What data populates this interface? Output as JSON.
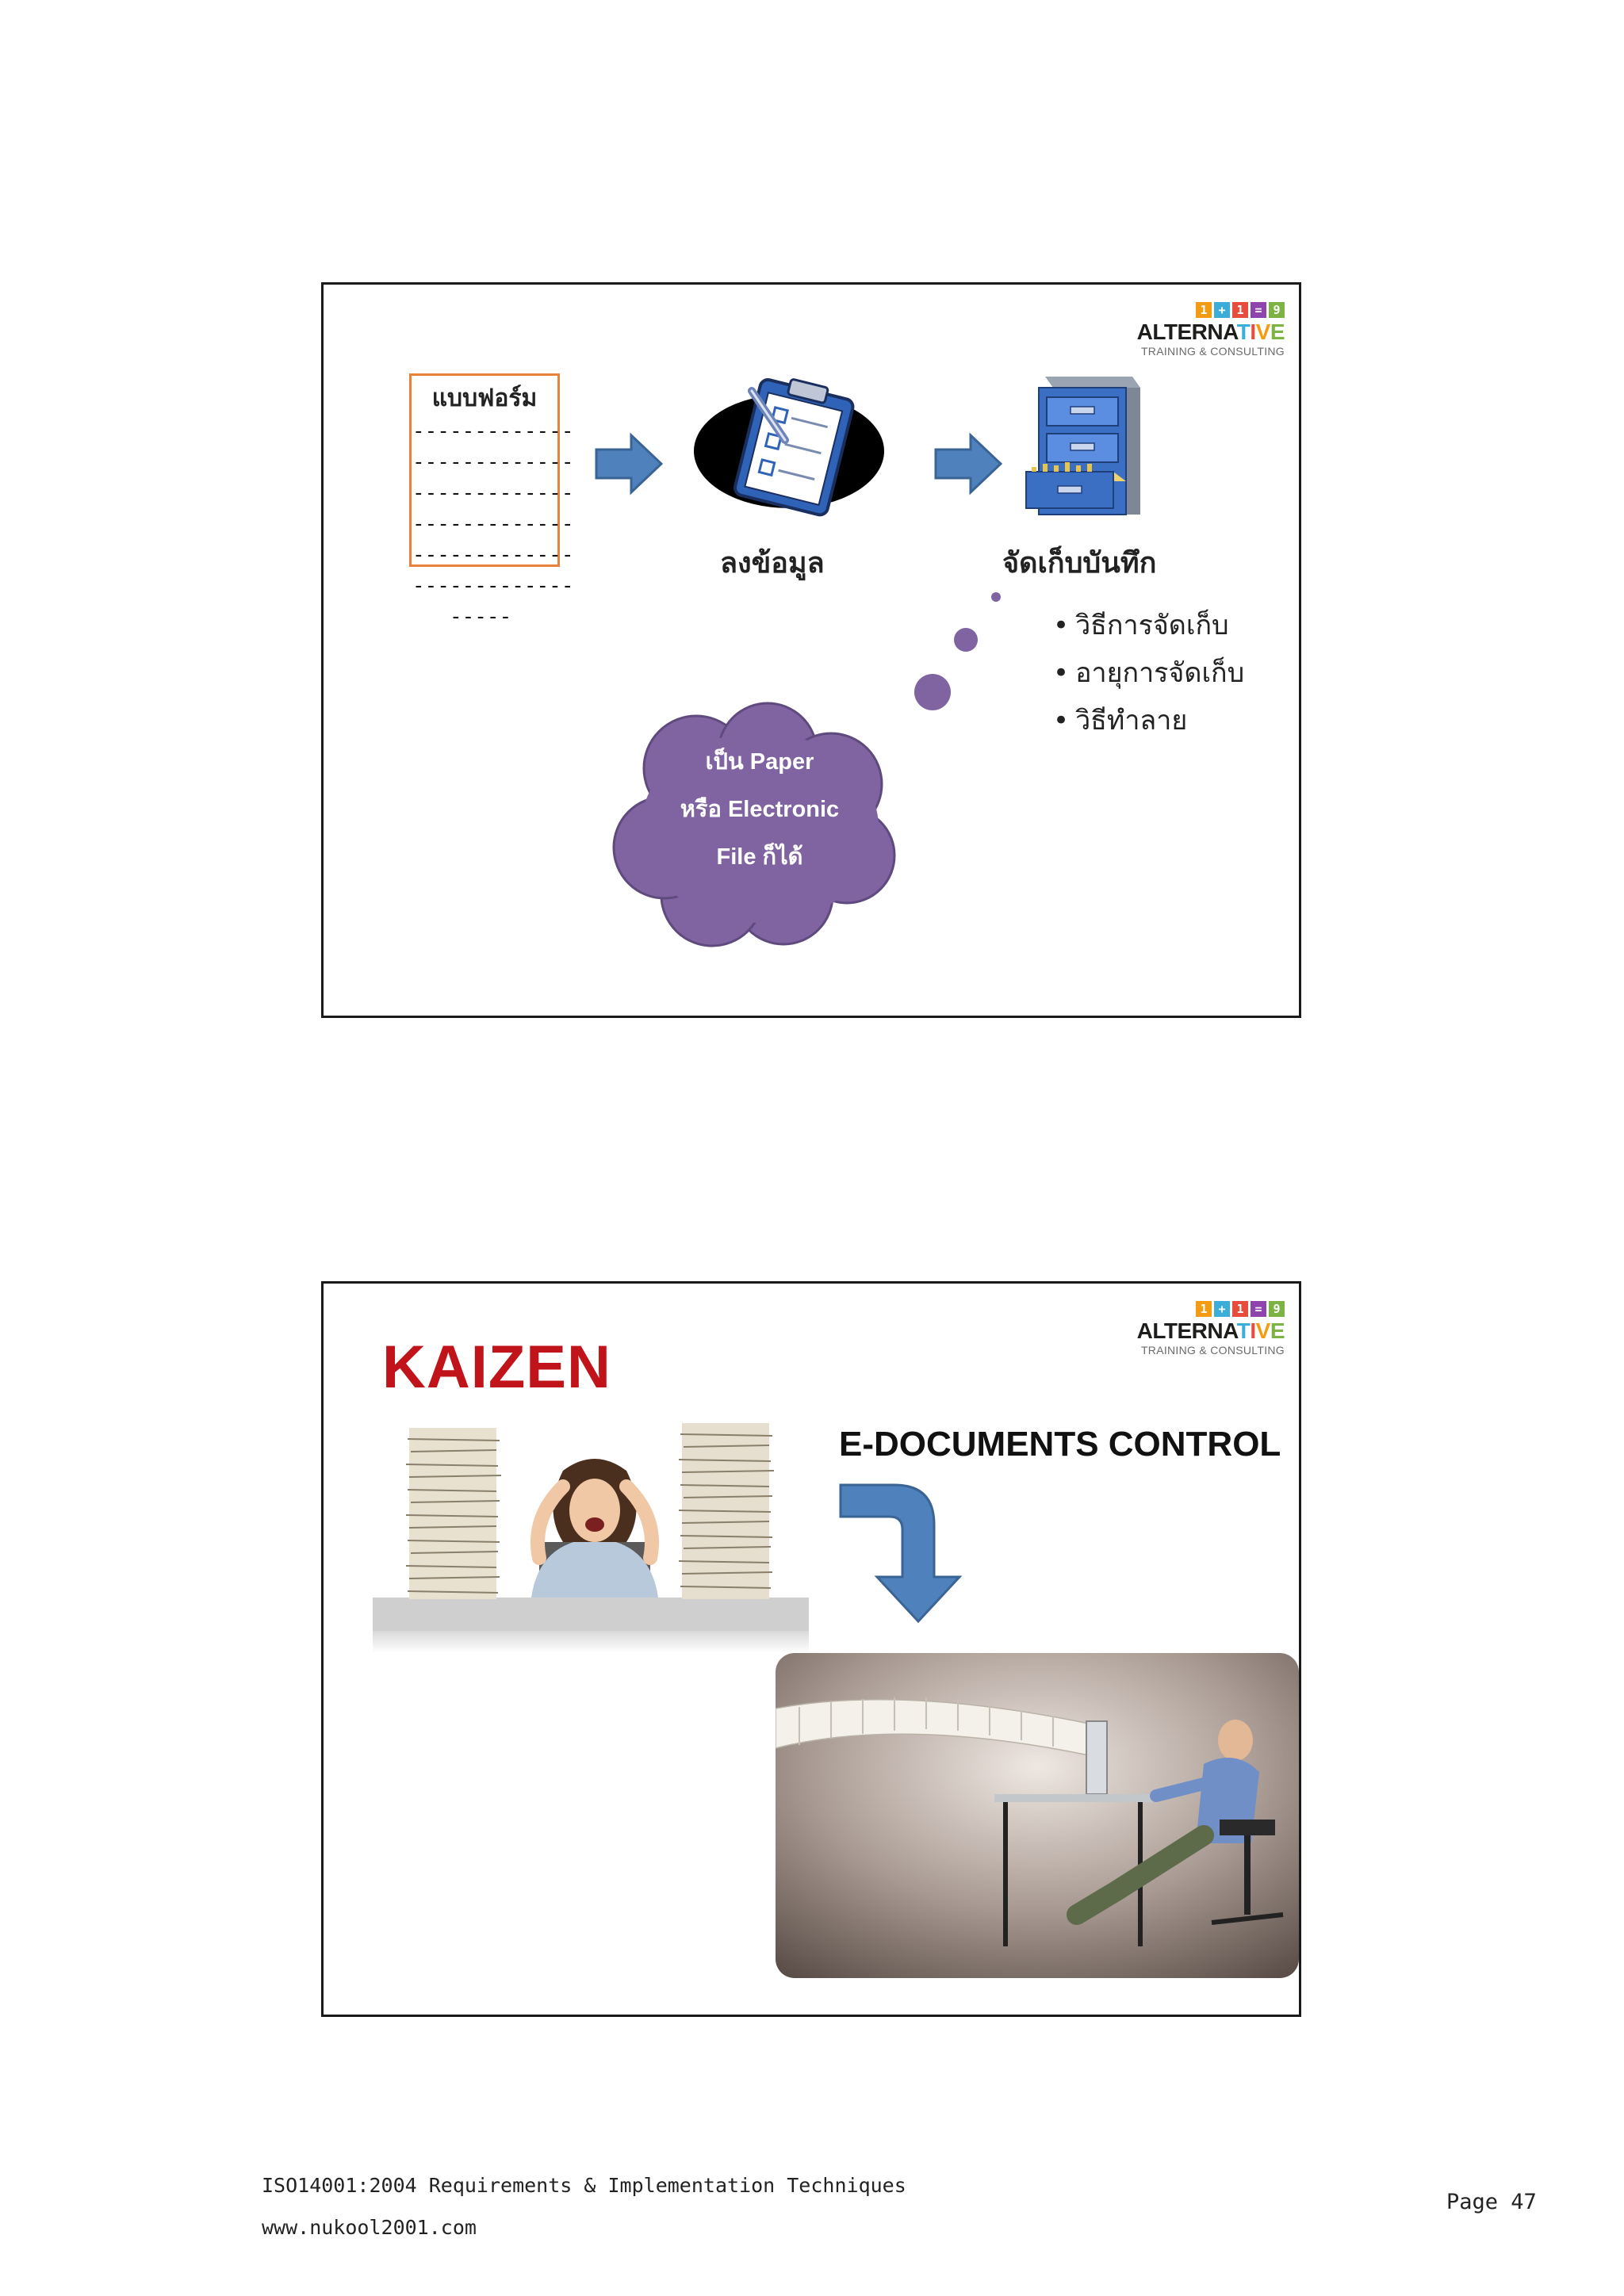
{
  "logo": {
    "boxes": [
      "1",
      "+",
      "1",
      "=",
      "9"
    ],
    "box_colors": [
      "#f39c12",
      "#3aaed8",
      "#e74c3c",
      "#8e44ad",
      "#7cb342"
    ],
    "word_dark": "ALTERNA",
    "word_colored": [
      "T",
      "I",
      "V",
      "E"
    ],
    "word_colors": [
      "#3aaed8",
      "#e74c3c",
      "#f39c12",
      "#7cb342"
    ],
    "subtitle": "TRAINING & CONSULTING"
  },
  "slide1": {
    "form": {
      "title": "แบบฟอร์ม",
      "lines": "-------------\n-------------\n-------------\n-------------\n-------------\n-------------\n   -----"
    },
    "step2_label": "ลงข้อมูล",
    "step3_label": "จัดเก็บบันทึก",
    "bullets": [
      "วิธีการจัดเก็บ",
      "อายุการจัดเก็บ",
      "วิธีทำลาย"
    ],
    "cloud": {
      "line1": "เป็น Paper",
      "line2": "หรือ Electronic",
      "line3": "File ก็ได้",
      "color": "#8064a2"
    },
    "arrow_color": "#4f81bd"
  },
  "slide2": {
    "title": "KAIZEN",
    "subtitle": "E-DOCUMENTS CONTROL",
    "title_color": "#c0141a"
  },
  "footer": {
    "line1": "ISO14001:2004 Requirements & Implementation Techniques",
    "line2": "www.nukool2001.com",
    "page": "Page 47"
  }
}
